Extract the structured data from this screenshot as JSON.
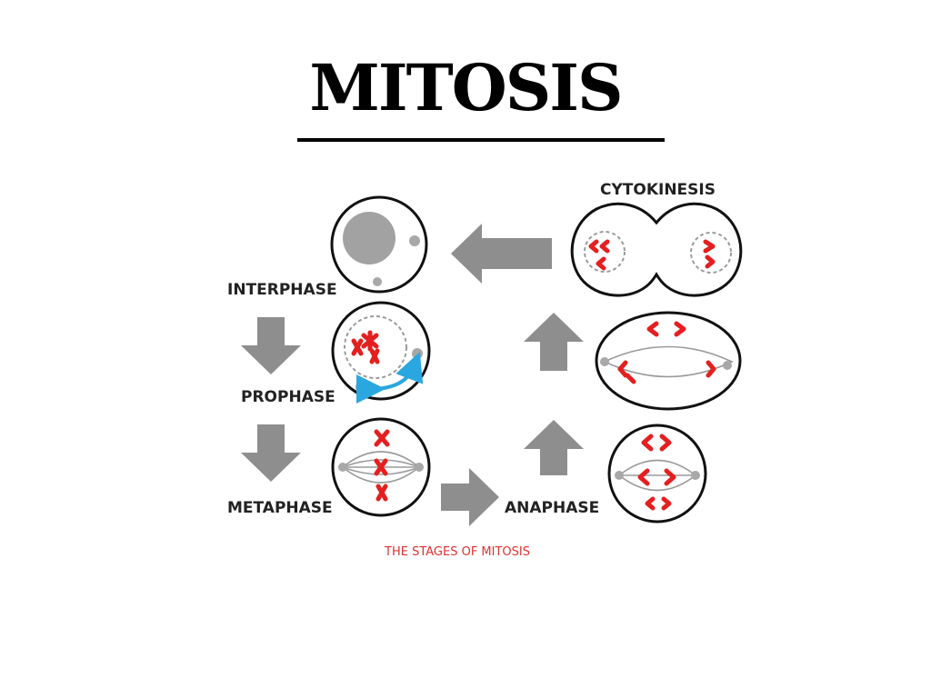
{
  "title": "MITOSIS",
  "stages": {
    "interphase": "INTERPHASE",
    "prophase": "PROPHASE",
    "metaphase": "METAPHASE",
    "anaphase": "ANAPHASE",
    "cytokinesis": "CYTOKINESIS"
  },
  "caption": "THE STAGES OF MITOSIS",
  "colors": {
    "chromosome": "#e41f1f",
    "arrow": "#8e8e8e",
    "caption": "#e0312f",
    "motion_arrow": "#2aa7e0"
  }
}
